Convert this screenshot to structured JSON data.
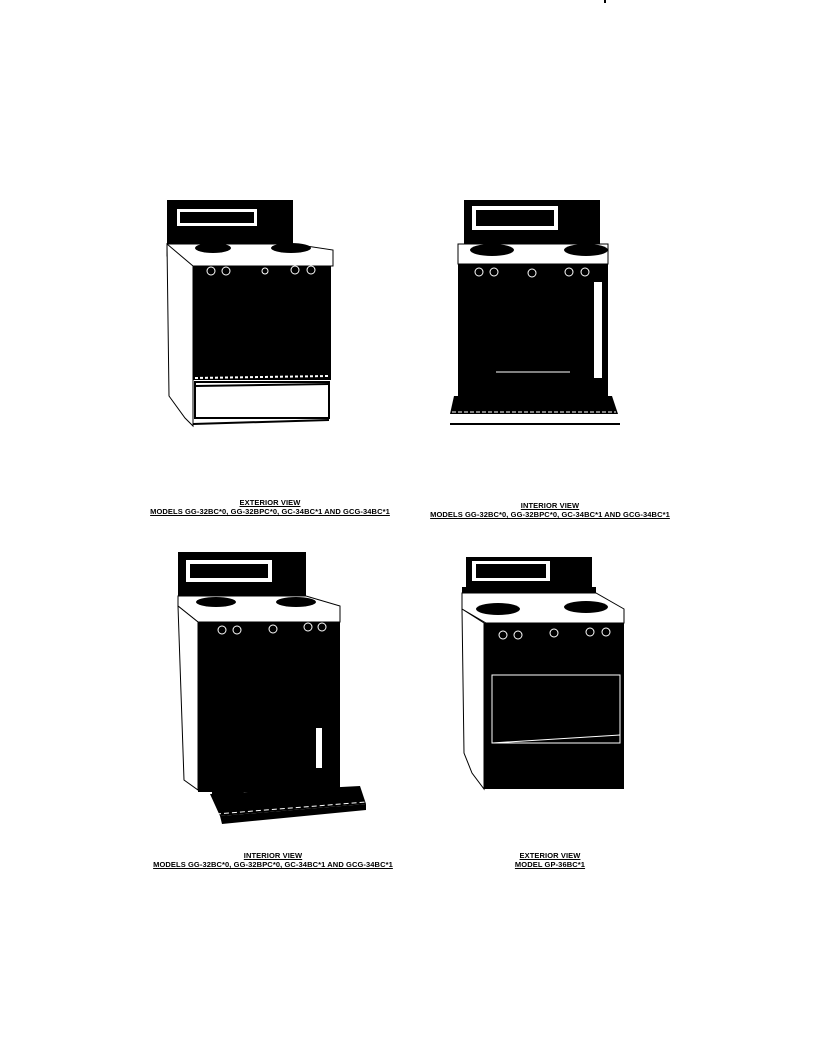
{
  "page": {
    "figures": [
      {
        "id": "fig1",
        "title": "EXTERIOR VIEW",
        "models": "MODELS GG-32BC*0, GG-32BPC*0, GC-34BC*1 AND GCG-34BC*1",
        "image": "range-exterior-view-1"
      },
      {
        "id": "fig2",
        "title": "INTERIOR VIEW",
        "models": "MODELS GG-32BC*0, GG-32BPC*0, GC-34BC*1 AND GCG-34BC*1",
        "image": "range-interior-view-door-open-1"
      },
      {
        "id": "fig3",
        "title": "INTERIOR VIEW",
        "models": "MODELS GG-32BC*0, GG-32BPC*0, GC-34BC*1 AND GCG-34BC*1",
        "image": "range-interior-view-door-open-2"
      },
      {
        "id": "fig4",
        "title": "EXTERIOR VIEW",
        "models": "MODEL GP-36BC*1",
        "image": "range-exterior-view-2"
      }
    ]
  }
}
